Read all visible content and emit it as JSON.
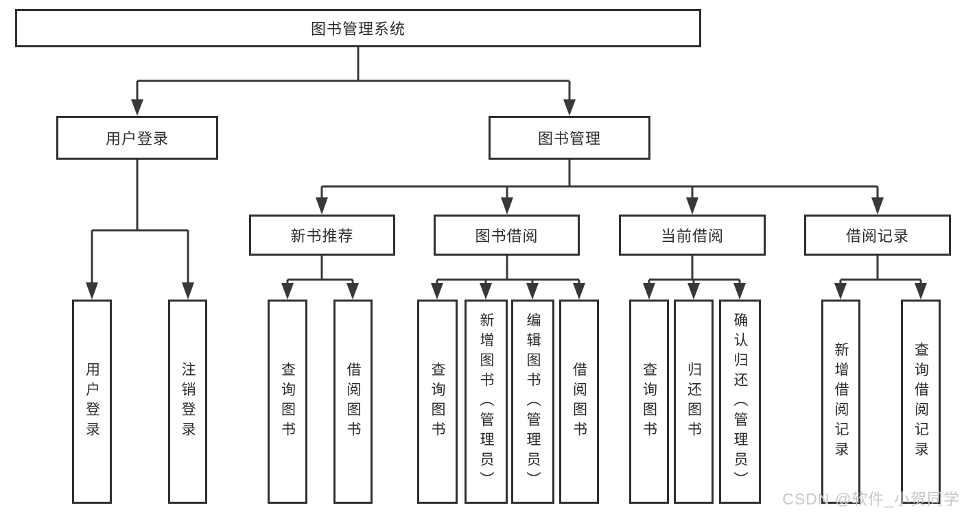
{
  "colors": {
    "background": "#ffffff",
    "line": "#383838",
    "box_border": "#2f2f2f",
    "text": "#2b2b2b",
    "watermark": "#c8c8c8"
  },
  "nodes": {
    "root": {
      "label": "图书管理系统"
    },
    "user_login": {
      "label": "用户登录"
    },
    "book_mgmt": {
      "label": "图书管理"
    },
    "new_books": {
      "label": "新书推荐"
    },
    "book_borrow": {
      "label": "图书借阅"
    },
    "current_borrow": {
      "label": "当前借阅"
    },
    "borrow_records": {
      "label": "借阅记录"
    },
    "ul_login": {
      "label": "用户登录"
    },
    "ul_logout": {
      "label": "注销登录"
    },
    "nb_query": {
      "label": "查询图书"
    },
    "nb_borrow": {
      "label": "借阅图书"
    },
    "bb_query": {
      "label": "查询图书"
    },
    "bb_add": {
      "label": "新增图书（管理员）"
    },
    "bb_edit": {
      "label": "编辑图书（管理员）"
    },
    "bb_borrow": {
      "label": "借阅图书"
    },
    "cb_query": {
      "label": "查询图书"
    },
    "cb_return": {
      "label": "归还图书"
    },
    "cb_confirm": {
      "label": "确认归还（管理员）"
    },
    "br_add": {
      "label": "新增借阅记录"
    },
    "br_query": {
      "label": "查询借阅记录"
    }
  },
  "hierarchy": {
    "图书管理系统": {
      "用户登录": [
        "用户登录",
        "注销登录"
      ],
      "图书管理": {
        "新书推荐": [
          "查询图书",
          "借阅图书"
        ],
        "图书借阅": [
          "查询图书",
          "新增图书（管理员）",
          "编辑图书（管理员）",
          "借阅图书"
        ],
        "当前借阅": [
          "查询图书",
          "归还图书",
          "确认归还（管理员）"
        ],
        "借阅记录": [
          "新增借阅记录",
          "查询借阅记录"
        ]
      }
    }
  },
  "watermark": {
    "text": "CSDN @软件_小贺同学"
  }
}
